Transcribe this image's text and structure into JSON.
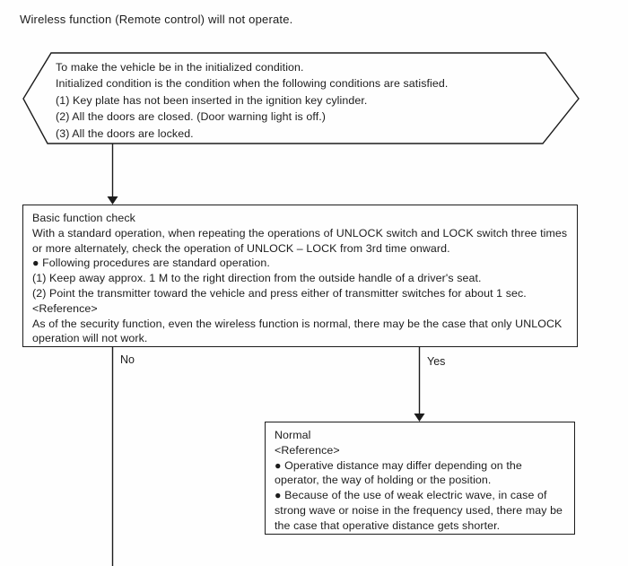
{
  "page": {
    "title": "Wireless function (Remote control) will not operate."
  },
  "flowchart": {
    "colors": {
      "line": "#1c1c1c",
      "text": "#1c1c1c",
      "background": "#fefefe"
    },
    "init_condition": {
      "shape": "hexagon",
      "lines": [
        "To make the vehicle be in the initialized condition.",
        "Initialized condition is the condition when the following conditions are satisfied.",
        "(1) Key plate has not been inserted in the ignition key cylinder.",
        "(2) All the doors are closed. (Door warning light is off.)",
        "(3) All the doors are locked."
      ]
    },
    "basic_check": {
      "shape": "rectangle",
      "lines": [
        "Basic function check",
        "With a standard operation, when repeating the operations of UNLOCK switch and LOCK switch three times or more alternately, check the operation of UNLOCK – LOCK from 3rd time onward.",
        "● Following procedures are standard operation.",
        "(1) Keep away approx. 1 M to the right direction from the outside handle of a driver's seat.",
        "(2) Point the transmitter toward the vehicle and press either of transmitter switches for about 1 sec.",
        "<Reference>",
        "As of the security function, even the wireless function is normal, there may be the case that only UNLOCK operation will not work."
      ]
    },
    "labels": {
      "no": "No",
      "yes": "Yes"
    },
    "normal_result": {
      "shape": "rectangle",
      "lines": [
        "Normal",
        "<Reference>",
        "● Operative distance may differ depending on the operator, the way of holding or the position.",
        "● Because of the use of weak electric wave, in case of strong wave or noise in the frequency used, there may be the case that operative distance gets shorter."
      ]
    }
  }
}
